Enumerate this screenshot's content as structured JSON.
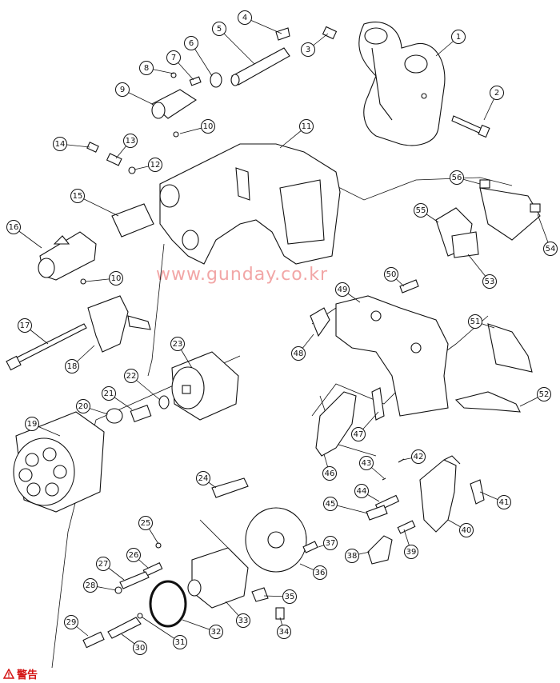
{
  "watermark": "www.gunday.co.kr",
  "warning": {
    "text": "警告",
    "color": "#d41515",
    "icon": "warning-triangle-icon"
  },
  "part_numbers": [
    "1",
    "2",
    "3",
    "4",
    "5",
    "6",
    "7",
    "8",
    "9",
    "10",
    "10",
    "11",
    "12",
    "13",
    "14",
    "15",
    "16",
    "17",
    "18",
    "19",
    "20",
    "21",
    "22",
    "23",
    "24",
    "25",
    "26",
    "27",
    "28",
    "29",
    "30",
    "31",
    "32",
    "33",
    "34",
    "35",
    "36",
    "37",
    "38",
    "39",
    "40",
    "41",
    "42",
    "43",
    "44",
    "45",
    "46",
    "47",
    "48",
    "49",
    "50",
    "51",
    "52",
    "53",
    "54",
    "55",
    "56"
  ],
  "colors": {
    "line": "#111111",
    "watermark": "#f2a6a6",
    "warning": "#d41515"
  }
}
